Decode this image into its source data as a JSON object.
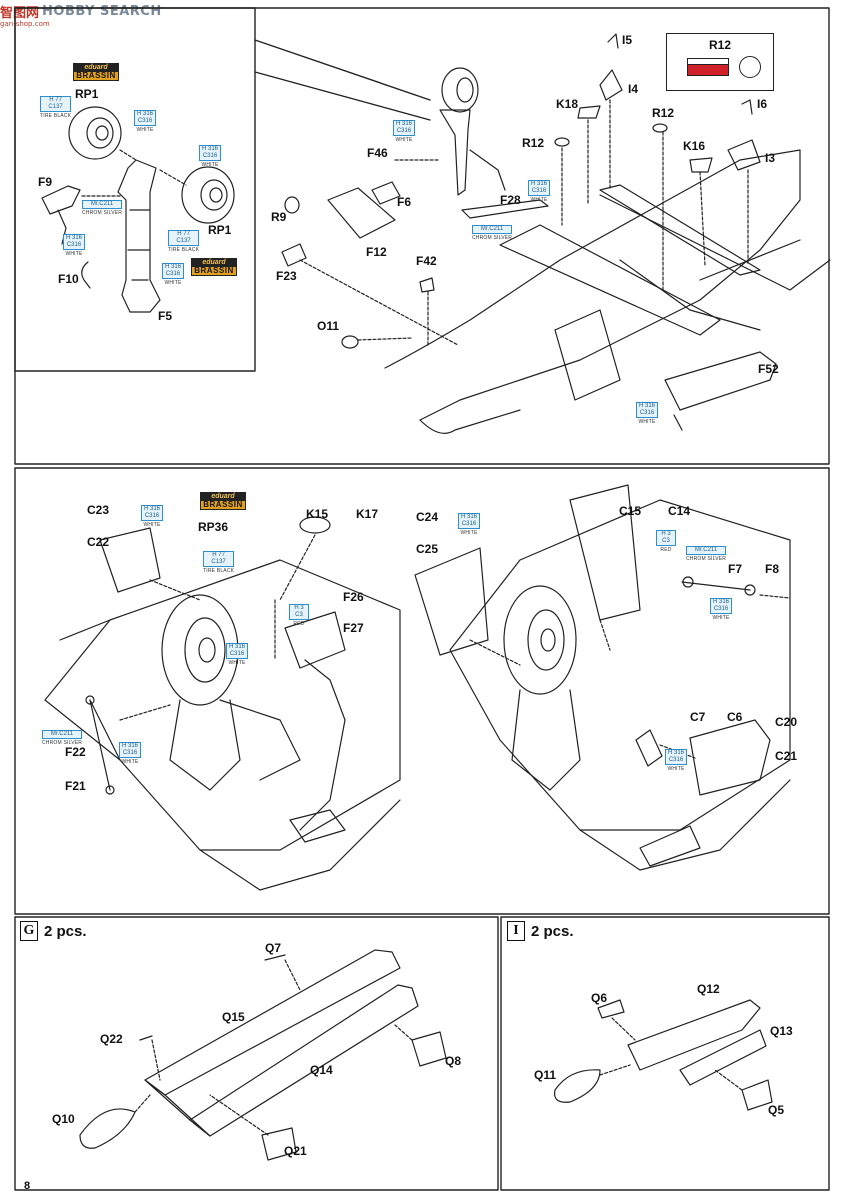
{
  "watermark": {
    "cn": "智图网",
    "en": "HOBBY SEARCH",
    "url": "gan-shop.com"
  },
  "page_number": "8",
  "brassin": {
    "top": "eduard",
    "bottom": "BRASSIN"
  },
  "r12_box": {
    "label": "R12"
  },
  "panel1": {
    "labels": [
      "RP1",
      "RP1",
      "F9",
      "F10",
      "F5",
      "I5",
      "I4",
      "K18",
      "R12",
      "R12",
      "I6",
      "K16",
      "I3",
      "F46",
      "F28",
      "R9",
      "F6",
      "F12",
      "F23",
      "F42",
      "O11",
      "F52"
    ],
    "colors": [
      {
        "code": "H 77\nC137",
        "name": "TIRE BLACK"
      },
      {
        "code": "H 316\nC316",
        "name": "WHITE"
      },
      {
        "code": "H 77\nC137",
        "name": "TIRE BLACK"
      },
      {
        "code": "Mr.C211",
        "name": "CHROM SILVER"
      },
      {
        "code": "H 316\nC316",
        "name": "WHITE"
      },
      {
        "code": "H 316\nC316",
        "name": "WHITE"
      },
      {
        "code": "H 316\nC316",
        "name": "WHITE"
      },
      {
        "code": "H 316\nC316",
        "name": "WHITE"
      },
      {
        "code": "Mr.C211",
        "name": "CHROM SILVER"
      },
      {
        "code": "H 316\nC316",
        "name": "WHITE"
      },
      {
        "code": "H 316\nC316",
        "name": "WHITE"
      }
    ]
  },
  "panel2": {
    "labels": [
      "C23",
      "C22",
      "RP36",
      "K15",
      "K17",
      "F26",
      "F27",
      "F22",
      "F21"
    ],
    "colors": [
      {
        "code": "H 316\nC316",
        "name": "WHITE"
      },
      {
        "code": "H 77\nC137",
        "name": "TIRE BLACK"
      },
      {
        "code": "H 316\nC316",
        "name": "WHITE"
      },
      {
        "code": "H 3\nC3",
        "name": "RED"
      },
      {
        "code": "Mr.C211",
        "name": "CHROM SILVER"
      },
      {
        "code": "H 316\nC316",
        "name": "WHITE"
      }
    ]
  },
  "panel3": {
    "labels": [
      "C24",
      "C25",
      "C15",
      "C14",
      "F7",
      "F8",
      "C7",
      "C6",
      "C20",
      "C21"
    ],
    "colors": [
      {
        "code": "H 316\nC316",
        "name": "WHITE"
      },
      {
        "code": "H 3\nC3",
        "name": "RED"
      },
      {
        "code": "Mr.C211",
        "name": "CHROM SILVER"
      },
      {
        "code": "H 316\nC316",
        "name": "WHITE"
      },
      {
        "code": "H 316\nC316",
        "name": "WHITE"
      }
    ]
  },
  "panelG": {
    "symbol": "G",
    "title": "2 pcs.",
    "labels": [
      "Q7",
      "Q15",
      "Q22",
      "Q14",
      "Q8",
      "Q10",
      "Q21"
    ]
  },
  "panelI": {
    "symbol": "I",
    "title": "2 pcs.",
    "labels": [
      "Q6",
      "Q12",
      "Q13",
      "Q11",
      "Q5"
    ]
  }
}
